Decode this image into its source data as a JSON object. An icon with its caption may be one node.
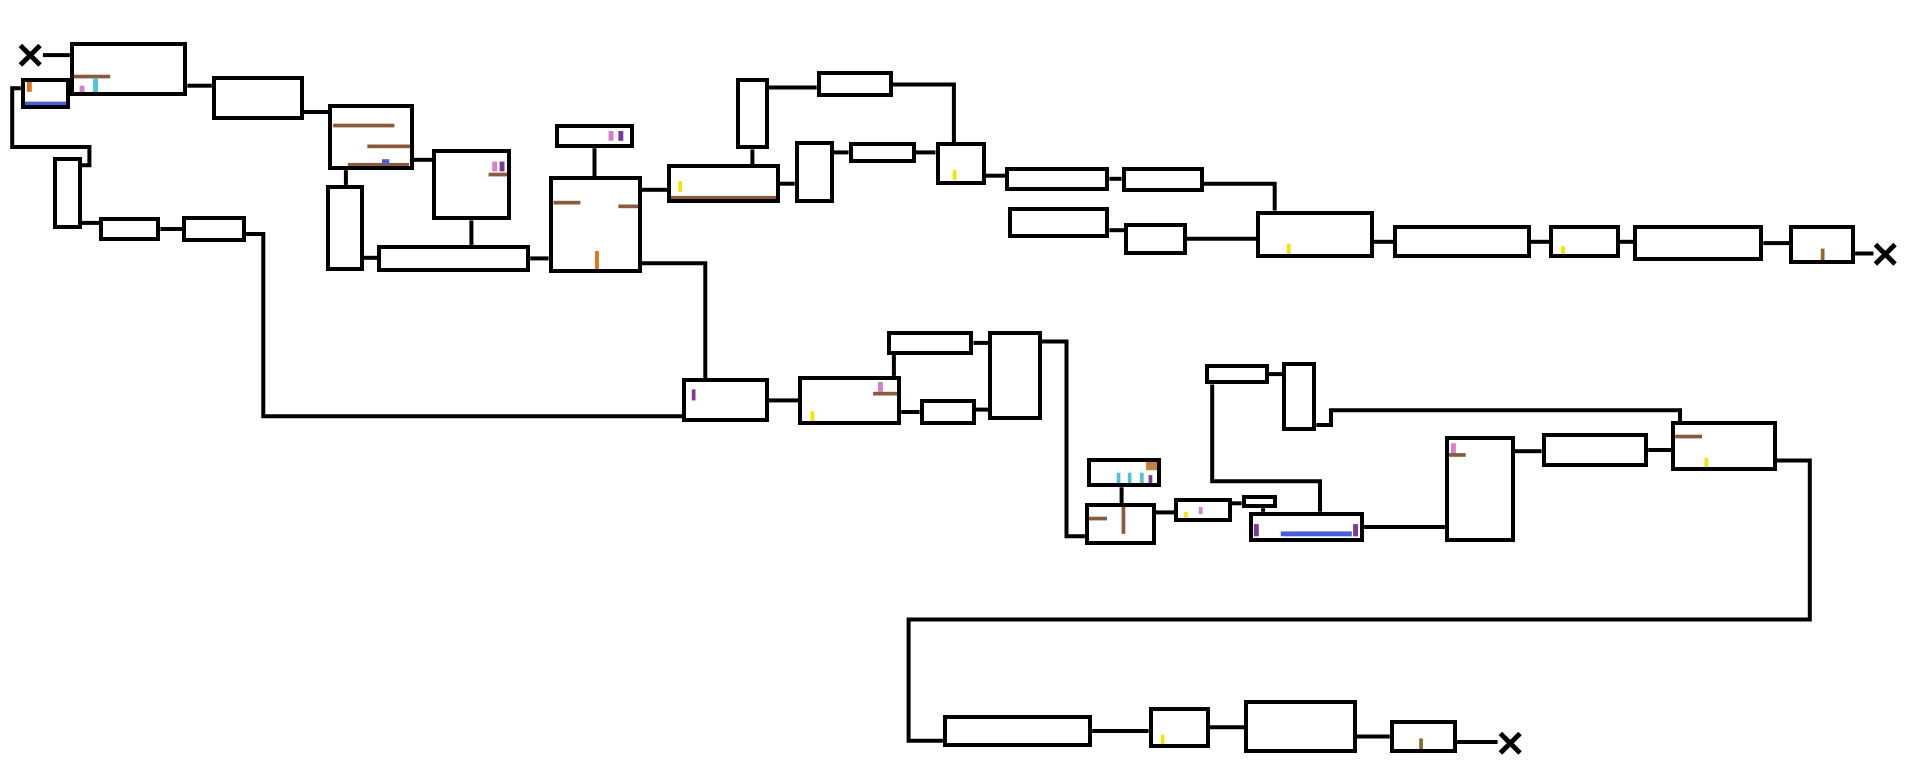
{
  "diagram": {
    "nodes": [
      {
        "text": [],
        "shape": "cross"
      },
      {
        "text": [],
        "shape": "box"
      },
      {
        "text": [],
        "shape": "box"
      },
      {
        "text": [],
        "shape": "box"
      },
      {
        "text": [],
        "shape": "box"
      },
      {
        "text": [],
        "shape": "box"
      },
      {
        "text": [],
        "shape": "box"
      },
      {
        "text": [],
        "shape": "box"
      },
      {
        "text": [],
        "shape": "box"
      },
      {
        "text": [],
        "shape": "box"
      },
      {
        "text": [],
        "shape": "box"
      },
      {
        "text": [],
        "shape": "box"
      },
      {
        "text": [],
        "shape": "box"
      },
      {
        "text": [],
        "shape": "box"
      },
      {
        "text": [],
        "shape": "box"
      },
      {
        "text": [],
        "shape": "box"
      },
      {
        "text": [],
        "shape": "box"
      },
      {
        "text": [],
        "shape": "box"
      },
      {
        "text": [],
        "shape": "box"
      },
      {
        "text": [],
        "shape": "box"
      },
      {
        "text": [],
        "shape": "box"
      },
      {
        "text": [],
        "shape": "box"
      },
      {
        "text": [],
        "shape": "box"
      },
      {
        "text": [],
        "shape": "box"
      },
      {
        "text": [],
        "shape": "box"
      },
      {
        "text": [],
        "shape": "box"
      },
      {
        "text": [],
        "shape": "box"
      },
      {
        "text": [],
        "shape": "box"
      },
      {
        "text": [],
        "shape": "cross"
      },
      {
        "text": [],
        "shape": "box"
      },
      {
        "text": [],
        "shape": "box"
      },
      {
        "text": [],
        "shape": "box"
      },
      {
        "text": [],
        "shape": "box"
      },
      {
        "text": [],
        "shape": "box"
      },
      {
        "text": [],
        "shape": "box"
      },
      {
        "text": [],
        "shape": "box"
      },
      {
        "text": [],
        "shape": "box"
      },
      {
        "text": [],
        "shape": "box"
      },
      {
        "text": [],
        "shape": "box"
      },
      {
        "text": [],
        "shape": "box"
      },
      {
        "text": [],
        "shape": "box"
      },
      {
        "text": [],
        "shape": "box"
      },
      {
        "text": [],
        "shape": "box"
      },
      {
        "text": [],
        "shape": "box"
      },
      {
        "text": [],
        "shape": "box"
      },
      {
        "text": [],
        "shape": "box"
      },
      {
        "text": [],
        "shape": "box"
      },
      {
        "text": [],
        "shape": "box"
      },
      {
        "text": [],
        "shape": "cross"
      }
    ],
    "edges": [
      {
        "from": 0,
        "to": 1,
        "arrow": "none"
      },
      {
        "from": 2,
        "to": 4,
        "arrow": "none"
      },
      {
        "from": 1,
        "to": 3,
        "arrow": "none"
      },
      {
        "from": 3,
        "to": 7,
        "arrow": "none"
      },
      {
        "from": 4,
        "to": 5,
        "arrow": "none"
      },
      {
        "from": 5,
        "to": 6,
        "arrow": "none"
      },
      {
        "from": 6,
        "to": 29,
        "arrow": "none"
      },
      {
        "from": 7,
        "to": 9,
        "arrow": "none"
      },
      {
        "from": 7,
        "to": 8,
        "arrow": "none"
      },
      {
        "from": 8,
        "to": 10,
        "arrow": "none"
      },
      {
        "from": 9,
        "to": 10,
        "arrow": "none"
      },
      {
        "from": 10,
        "to": 12,
        "arrow": "none"
      },
      {
        "from": 11,
        "to": 12,
        "arrow": "none"
      },
      {
        "from": 12,
        "to": 13,
        "arrow": "none"
      },
      {
        "from": 12,
        "to": 29,
        "arrow": "none"
      },
      {
        "from": 13,
        "to": 14,
        "arrow": "none"
      },
      {
        "from": 13,
        "to": 16,
        "arrow": "none"
      },
      {
        "from": 14,
        "to": 15,
        "arrow": "none"
      },
      {
        "from": 15,
        "to": 18,
        "arrow": "none"
      },
      {
        "from": 16,
        "to": 17,
        "arrow": "none"
      },
      {
        "from": 17,
        "to": 18,
        "arrow": "none"
      },
      {
        "from": 18,
        "to": 19,
        "arrow": "none"
      },
      {
        "from": 19,
        "to": 21,
        "arrow": "none"
      },
      {
        "from": 20,
        "to": 22,
        "arrow": "none"
      },
      {
        "from": 21,
        "to": 23,
        "arrow": "none"
      },
      {
        "from": 22,
        "to": 23,
        "arrow": "none"
      },
      {
        "from": 23,
        "to": 24,
        "arrow": "none"
      },
      {
        "from": 24,
        "to": 25,
        "arrow": "none"
      },
      {
        "from": 25,
        "to": 26,
        "arrow": "none"
      },
      {
        "from": 26,
        "to": 27,
        "arrow": "none"
      },
      {
        "from": 27,
        "to": 28,
        "arrow": "none"
      },
      {
        "from": 29,
        "to": 30,
        "arrow": "none"
      },
      {
        "from": 30,
        "to": 31,
        "arrow": "none"
      },
      {
        "from": 30,
        "to": 32,
        "arrow": "none"
      },
      {
        "from": 31,
        "to": 33,
        "arrow": "none"
      },
      {
        "from": 32,
        "to": 33,
        "arrow": "none"
      },
      {
        "from": 33,
        "to": 35,
        "arrow": "none"
      },
      {
        "from": 34,
        "to": 35,
        "arrow": "none"
      },
      {
        "from": 35,
        "to": 36,
        "arrow": "none"
      },
      {
        "from": 36,
        "to": 39,
        "arrow": "none"
      },
      {
        "from": 39,
        "to": 40,
        "arrow": "none"
      },
      {
        "from": 37,
        "to": 38,
        "arrow": "none"
      },
      {
        "from": 37,
        "to": 40,
        "arrow": "none"
      },
      {
        "from": 38,
        "to": 43,
        "arrow": "none"
      },
      {
        "from": 40,
        "to": 41,
        "arrow": "none"
      },
      {
        "from": 41,
        "to": 42,
        "arrow": "none"
      },
      {
        "from": 42,
        "to": 43,
        "arrow": "none"
      },
      {
        "from": 43,
        "to": 44,
        "arrow": "none"
      },
      {
        "from": 44,
        "to": 45,
        "arrow": "none"
      },
      {
        "from": 45,
        "to": 46,
        "arrow": "none"
      },
      {
        "from": 46,
        "to": 47,
        "arrow": "none"
      },
      {
        "from": 47,
        "to": 48,
        "arrow": "none"
      }
    ]
  }
}
